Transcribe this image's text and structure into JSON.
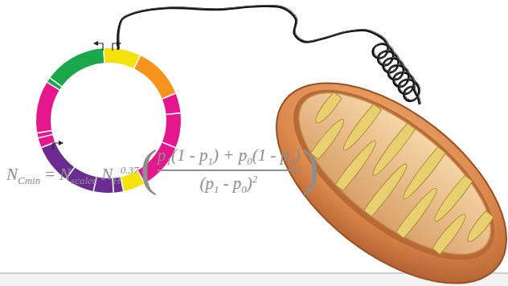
{
  "diagram": {
    "labels": [
      "N",
      "Cmin",
      "=",
      "N",
      "scaled",
      "N",
      "H",
      "0.37",
      "(",
      "p",
      "1",
      "(1 - p",
      "1",
      ") + p",
      "0",
      "(1 - p",
      "0",
      ")",
      "(p",
      "1",
      "- p",
      "0",
      ")",
      "2",
      ")"
    ]
  }
}
